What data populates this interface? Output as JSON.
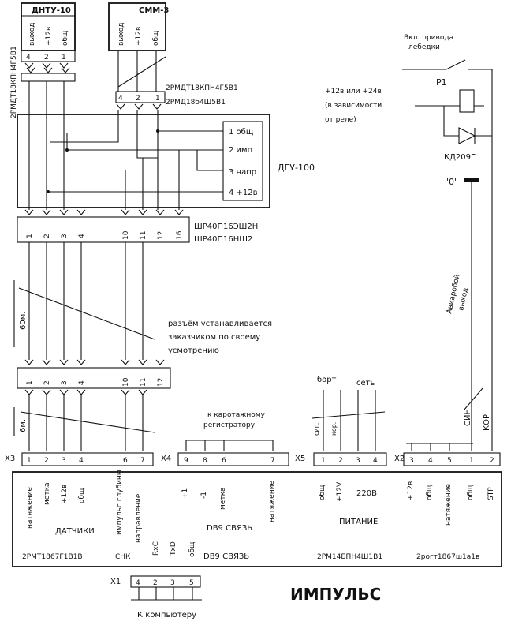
{
  "connectors": {
    "dntu": {
      "title": "ДНТУ-10",
      "pins": [
        "выход",
        "+12в",
        "общ"
      ],
      "pin_nums": [
        "4",
        "2",
        "1"
      ]
    },
    "smm": {
      "title": "СММ-3",
      "pins": [
        "выход",
        "+12в",
        "общ"
      ],
      "pin_nums": [
        "4",
        "2",
        "1"
      ]
    },
    "dntu_plug": "2РМДТ18КПН4Г5В1",
    "smm_plug_a": "2РМДТ18КПН4Г5В1",
    "smm_plug_b": "2РМД18б4Ш5В1"
  },
  "dgu": {
    "name": "ДГУ-100",
    "pins": [
      "1 общ",
      "2 имп",
      "3 напр",
      "4 +12в"
    ]
  },
  "sh_connector": {
    "line1": "ШР40П16ЭШ2Н",
    "line2": "ШР40П16НШ2",
    "pins": [
      "1",
      "2",
      "3",
      "4",
      "10",
      "11",
      "12",
      "16"
    ]
  },
  "cable_60m": "60м.",
  "cable_6m": "6м.",
  "note": [
    "разъём устанавливается",
    "заказчиком по своему",
    "усмотрению"
  ],
  "mid_pins": [
    "1",
    "2",
    "3",
    "4",
    "10",
    "11",
    "12"
  ],
  "relay": {
    "switch_label": [
      "Вкл. привода",
      "лебедки"
    ],
    "supply": [
      "+12в или +24в",
      "(в зависимости",
      "от реле)"
    ],
    "name": "Р1",
    "diode": "КД209Г",
    "zero": "\"0\"",
    "out_label": [
      "Авиаробой",
      "выход"
    ]
  },
  "power_labels": {
    "bort": "борт",
    "set": "сеть",
    "sig": "сиг.",
    "kor": "кор."
  },
  "recorder": [
    "к каротажному",
    "регистратору"
  ],
  "x2_labels": {
    "sin": "СИН",
    "kor": "КОР"
  },
  "x3": {
    "name": "X3",
    "pins": [
      "1",
      "2",
      "3",
      "4",
      "6",
      "7"
    ],
    "labels": [
      "натяжение",
      "метка",
      "+12в",
      "общ",
      "импульс глубины",
      "направление"
    ],
    "group": "ДАТЧИКИ",
    "part": "2РМТ1867Г1В1В"
  },
  "x4": {
    "name": "X4",
    "pins": [
      "9",
      "8",
      "6",
      "7"
    ],
    "labels": [
      "+1",
      "-1",
      "метка",
      "натяжение"
    ],
    "group": "DB9 СВЯЗЬ"
  },
  "x5": {
    "name": "X5",
    "pins": [
      "1",
      "2",
      "3",
      "4"
    ],
    "labels": [
      "общ",
      "+12V",
      "220В"
    ],
    "group": "ПИТАНИЕ",
    "part": "2РМ14БПН4Ш1В1"
  },
  "x2": {
    "name": "X2",
    "pins": [
      "3",
      "4",
      "5",
      "1",
      "2"
    ],
    "labels": [
      "+12в",
      "общ",
      "натяжение",
      "общ",
      "STP"
    ],
    "part": "2рогт1867ш1а1в"
  },
  "x1": {
    "name": "X1",
    "pins": [
      "4",
      "2",
      "3",
      "5"
    ],
    "labels": [
      "СНК",
      "RxC",
      "TxD",
      "общ"
    ],
    "group": "DB9 СВЯЗЬ",
    "dest": "К компьютеру"
  },
  "device_title": "ИМПУЛЬС"
}
